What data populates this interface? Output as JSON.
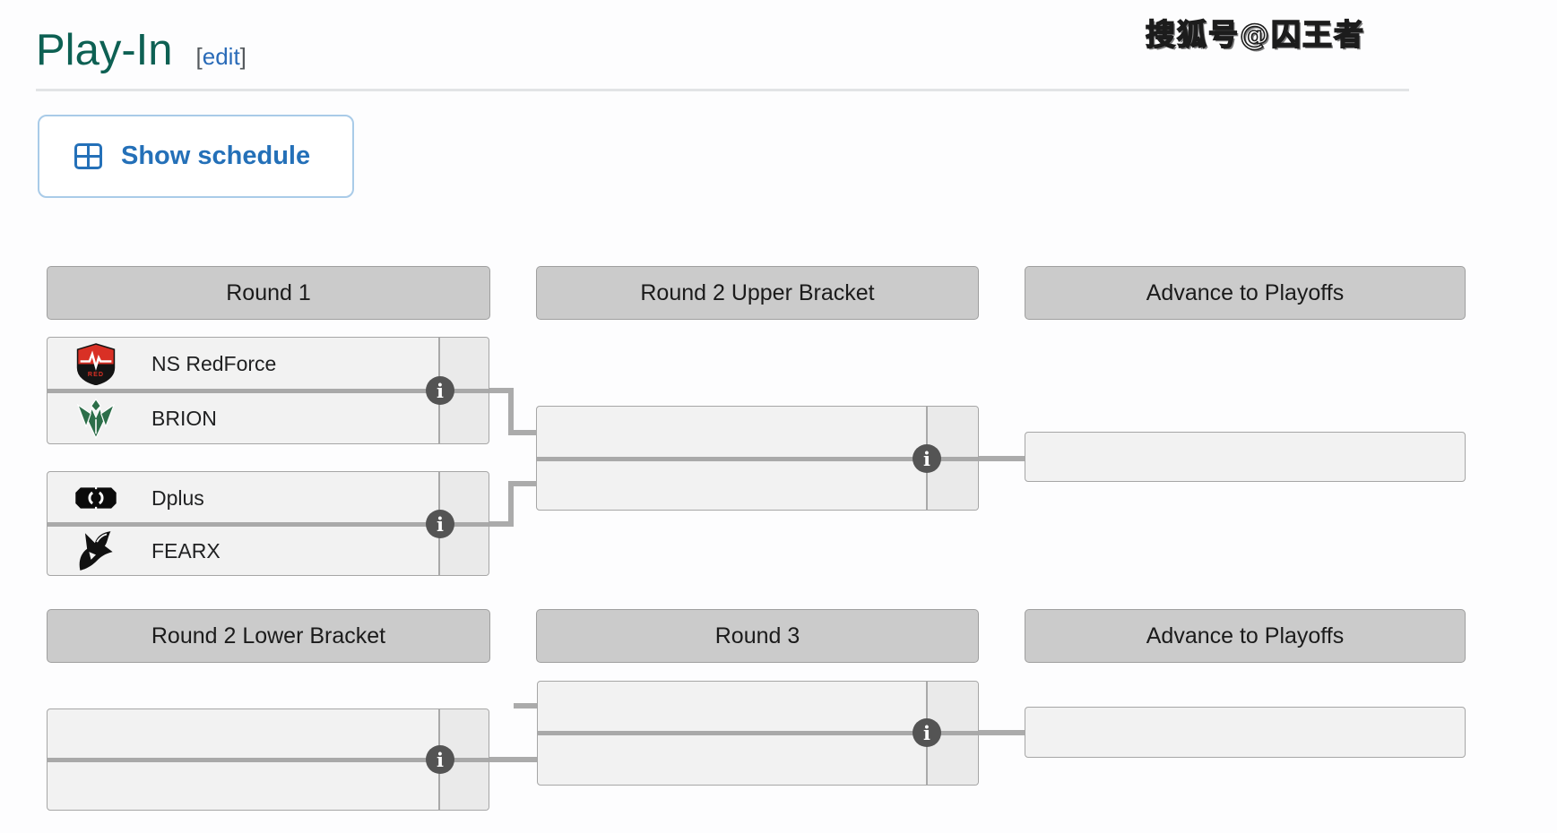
{
  "page": {
    "title": "Play-In",
    "edit": {
      "open": "[",
      "label": "edit",
      "close": "]"
    },
    "watermark": "搜狐号@囚王者",
    "schedule_button": {
      "label": "Show schedule",
      "icon": "table-icon"
    }
  },
  "bracket": {
    "upper": {
      "headers": [
        "Round 1",
        "Round 2 Upper Bracket",
        "Advance to Playoffs"
      ],
      "matches": [
        {
          "team1": {
            "name": "NS RedForce",
            "logo": "ns-redforce-logo"
          },
          "team2": {
            "name": "BRION",
            "logo": "brion-logo"
          }
        },
        {
          "team1": {
            "name": "Dplus",
            "logo": "dplus-logo"
          },
          "team2": {
            "name": "FEARX",
            "logo": "fearx-logo"
          }
        }
      ]
    },
    "lower": {
      "headers": [
        "Round 2 Lower Bracket",
        "Round 3",
        "Advance to Playoffs"
      ]
    },
    "info_icon_glyph": "i"
  },
  "colors": {
    "title_teal": "#0d6053",
    "link_blue": "#2a6bb8",
    "button_blue": "#2470b8",
    "header_bg": "#cbcbcb",
    "row_bg": "#f2f2f2",
    "score_bg": "#eaeaea",
    "connector_gray": "#ababab",
    "info_circle": "#545454"
  }
}
